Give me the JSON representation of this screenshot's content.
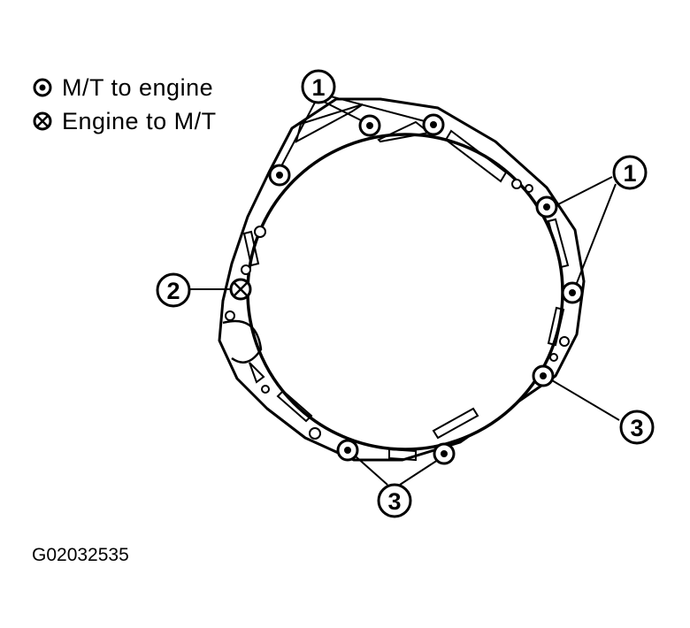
{
  "legend": {
    "items": [
      {
        "symbol": "bolt-dot",
        "label": "M/T to engine"
      },
      {
        "symbol": "bolt-cross",
        "label": "Engine to M/T"
      }
    ]
  },
  "callouts": [
    {
      "number": "1"
    },
    {
      "number": "1"
    },
    {
      "number": "2"
    },
    {
      "number": "3"
    },
    {
      "number": "3"
    }
  ],
  "figure_id": "G02032535"
}
